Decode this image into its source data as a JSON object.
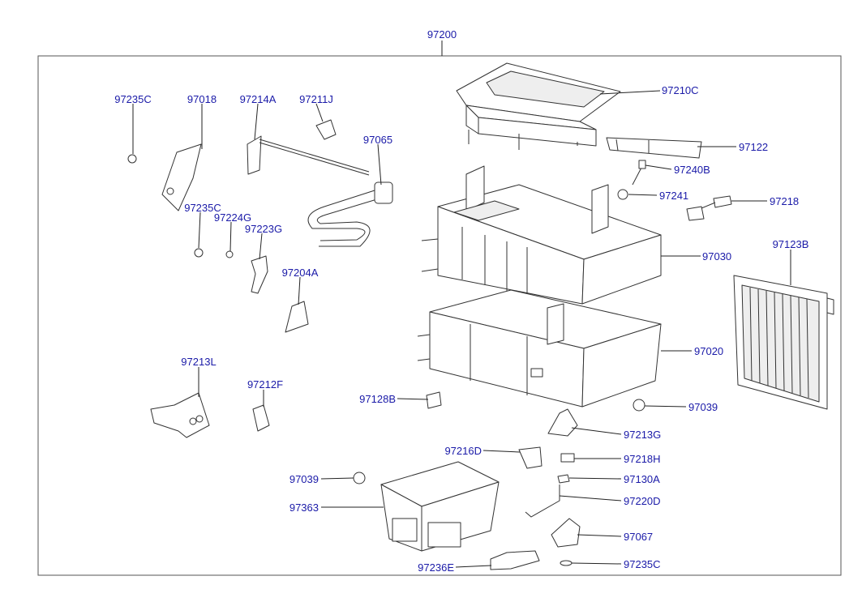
{
  "frame_label": "97200",
  "callouts": [
    "97235C",
    "97018",
    "97214A",
    "97211J",
    "97065",
    "97235C",
    "97224G",
    "97223G",
    "97204A",
    "97210C",
    "97122",
    "97240B",
    "97241",
    "97218",
    "97030",
    "97123B",
    "97020",
    "97128B",
    "97039",
    "97213L",
    "97212F",
    "97213G",
    "97216D",
    "97218H",
    "97039",
    "97130A",
    "97363",
    "97220D",
    "97067",
    "97236E",
    "97235C"
  ],
  "colors": {
    "label": "#1a1aa8",
    "line": "#333333",
    "frame": "#555555"
  }
}
